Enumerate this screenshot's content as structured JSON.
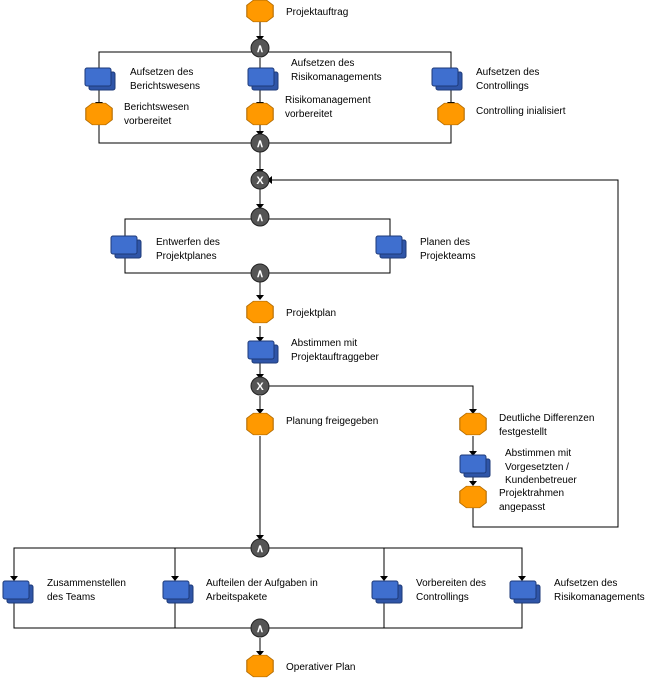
{
  "events": {
    "projektauftrag": "Projektauftrag",
    "berichtswesen_1": "Berichtswesen",
    "berichtswesen_2": "vorbereitet",
    "risiko_vorb_1": "Risikomanagement",
    "risiko_vorb_2": "vorbereitet",
    "controlling_init": "Controlling inialisiert",
    "projektplan": "Projektplan",
    "planung_freigegeben": "Planung freigegeben",
    "differenzen_1": "Deutliche Differenzen",
    "differenzen_2": "festgestellt",
    "rahmen_1": "Projektrahmen",
    "rahmen_2": "angepasst",
    "operativer_plan": "Operativer Plan"
  },
  "functions": {
    "berichtswesen_1": "Aufsetzen des",
    "berichtswesen_2": "Berichtswesens",
    "risiko_1": "Aufsetzen des",
    "risiko_2": "Risikomanagements",
    "controlling_1": "Aufsetzen des",
    "controlling_2": "Controllings",
    "projektplanes_1": "Entwerfen des",
    "projektplanes_2": "Projektplanes",
    "projektteams_1": "Planen des",
    "projektteams_2": "Projekteams",
    "abstimmen_1": "Abstimmen mit",
    "abstimmen_2": "Projektauftraggeber",
    "vorgesetzte_1": "Abstimmen mit",
    "vorgesetzte_2": "Vorgesetzten /",
    "vorgesetzte_3": "Kundenbetreuer",
    "teams_1": "Zusammenstellen",
    "teams_2": "des Teams",
    "aufgaben_1": "Aufteilen der Aufgaben in",
    "aufgaben_2": "Arbeitspakete",
    "vcontrolling_1": "Vorbereiten des",
    "vcontrolling_2": "Controllings",
    "risiko2_1": "Aufsetzen des",
    "risiko2_2": "Risikomanagements"
  },
  "operators": {
    "and": "∧",
    "xor": "X"
  },
  "colors": {
    "event": "#FF9900",
    "function": "#3F6FCF",
    "operator": "#555555",
    "line": "#000000"
  }
}
